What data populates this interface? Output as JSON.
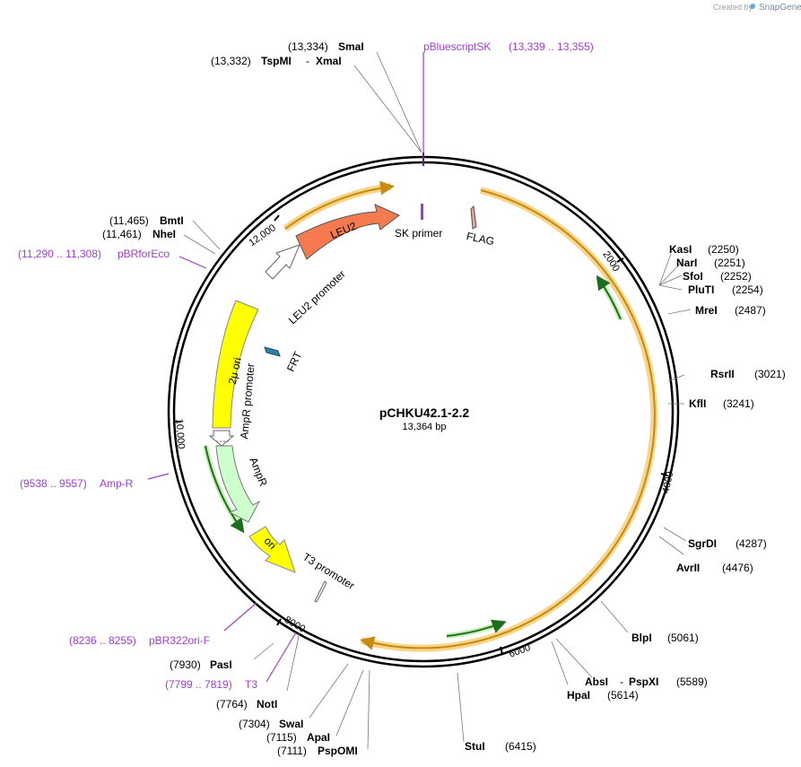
{
  "header": {
    "watermark": "Created by",
    "brand": "SnapGene"
  },
  "plasmid": {
    "name": "pCHKU42.1-2.2",
    "size": "13,364 bp"
  },
  "ticks": [
    "2000",
    "4000",
    "6000",
    "8000",
    "10,000",
    "12,000"
  ],
  "features": {
    "leu2": "LEU2",
    "leu2_promoter": "LEU2 promoter",
    "sk_primer": "SK primer",
    "flag": "FLAG",
    "two_micron_ori": "2μ ori",
    "frt": "FRT",
    "ampr_promoter": "AmpR promoter",
    "ampr": "AmpR",
    "ori": "ori",
    "t3_promoter": "T3 promoter"
  },
  "sites": {
    "smai_pos": "(13,334)",
    "smai_name": "SmaI",
    "tspmi_pos": "(13,332)",
    "tspmi_name": "TspMI",
    "xmai_name": "XmaI",
    "dash1": "-",
    "pbluescriptsk": "pBluescriptSK",
    "pbluescriptsk_range": "(13,339 .. 13,355)",
    "bmti_pos": "(11,465)",
    "bmti_name": "BmtI",
    "nhei_pos": "(11,461)",
    "nhei_name": "NheI",
    "pbrforeco_range": "(11,290 .. 11,308)",
    "pbrforeco": "pBRforEco",
    "ampr_primer_range": "(9538 .. 9557)",
    "ampr_primer": "Amp-R",
    "pbr322_range": "(8236 .. 8255)",
    "pbr322": "pBR322ori-F",
    "pasi_pos": "(7930)",
    "pasi_name": "PasI",
    "t3_range": "(7799 .. 7819)",
    "t3": "T3",
    "noti_pos": "(7764)",
    "noti_name": "NotI",
    "swai_pos": "(7304)",
    "swai_name": "SwaI",
    "apai_pos": "(7115)",
    "apai_name": "ApaI",
    "pspomi_pos": "(7111)",
    "pspomi_name": "PspOMI",
    "stui_name": "StuI",
    "stui_pos": "(6415)",
    "hpai_name": "HpaI",
    "hpai_pos": "(5614)",
    "absi_name": "AbsI",
    "dash2": "-",
    "pspxi_name": "PspXI",
    "absi_pos": "(5589)",
    "blpi_name": "BlpI",
    "blpi_pos": "(5061)",
    "avrii_name": "AvrII",
    "avrii_pos": "(4476)",
    "sgrdi_name": "SgrDI",
    "sgrdi_pos": "(4287)",
    "kfli_name": "KflI",
    "kfli_pos": "(3241)",
    "rsrii_name": "RsrII",
    "rsrii_pos": "(3021)",
    "mrei_name": "MreI",
    "mrei_pos": "(2487)",
    "pluti_name": "PluTI",
    "pluti_pos": "(2254)",
    "sfoi_name": "SfoI",
    "sfoi_pos": "(2252)",
    "nari_name": "NarI",
    "nari_pos": "(2251)",
    "kasi_name": "KasI",
    "kasi_pos": "(2250)"
  },
  "colors": {
    "primer": "#a33bd4",
    "leu2": "#f57a50",
    "two_micron_ori": "#ffff00",
    "ampr": "#ccffcc",
    "frt": "#2f7fa8",
    "flag": "#e8a0a0",
    "orange_track": "#f5b841",
    "green_arrow": "#2c8a2c"
  }
}
